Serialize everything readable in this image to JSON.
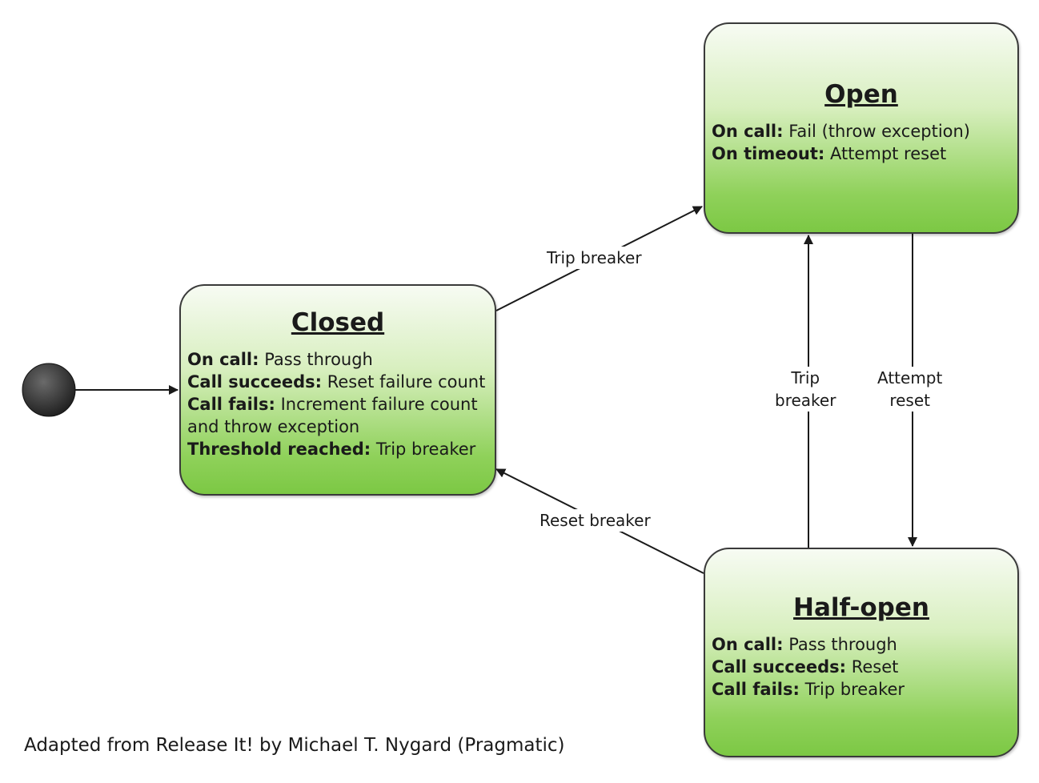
{
  "states": {
    "closed": {
      "title": "Closed",
      "lines": [
        {
          "key": "On call:",
          "value": " Pass through"
        },
        {
          "key": "Call succeeds:",
          "value": " Reset failure count"
        },
        {
          "key": "Call fails:",
          "value": " Increment failure count"
        },
        {
          "key": "",
          "value": "and throw exception"
        },
        {
          "key": "Threshold reached:",
          "value": " Trip breaker"
        }
      ]
    },
    "open": {
      "title": "Open",
      "lines": [
        {
          "key": "On call:",
          "value": " Fail (throw exception)"
        },
        {
          "key": "On timeout:",
          "value": " Attempt reset"
        }
      ]
    },
    "halfopen": {
      "title": "Half-open",
      "lines": [
        {
          "key": "On call:",
          "value": " Pass through"
        },
        {
          "key": "Call succeeds:",
          "value": " Reset"
        },
        {
          "key": "Call fails:",
          "value": " Trip breaker"
        }
      ]
    }
  },
  "transitions": {
    "closed_to_open": "Trip breaker",
    "halfopen_to_closed": "Reset breaker",
    "halfopen_to_open_line1": "Trip",
    "halfopen_to_open_line2": "breaker",
    "open_to_halfopen_line1": "Attempt",
    "open_to_halfopen_line2": "reset"
  },
  "caption": "Adapted from Release It! by Michael T. Nygard (Pragmatic)",
  "colors": {
    "state_fill_top": "#f7fbf3",
    "state_fill_bottom": "#7cc844",
    "border": "#3a3a3a",
    "initial_node": "#333333"
  }
}
